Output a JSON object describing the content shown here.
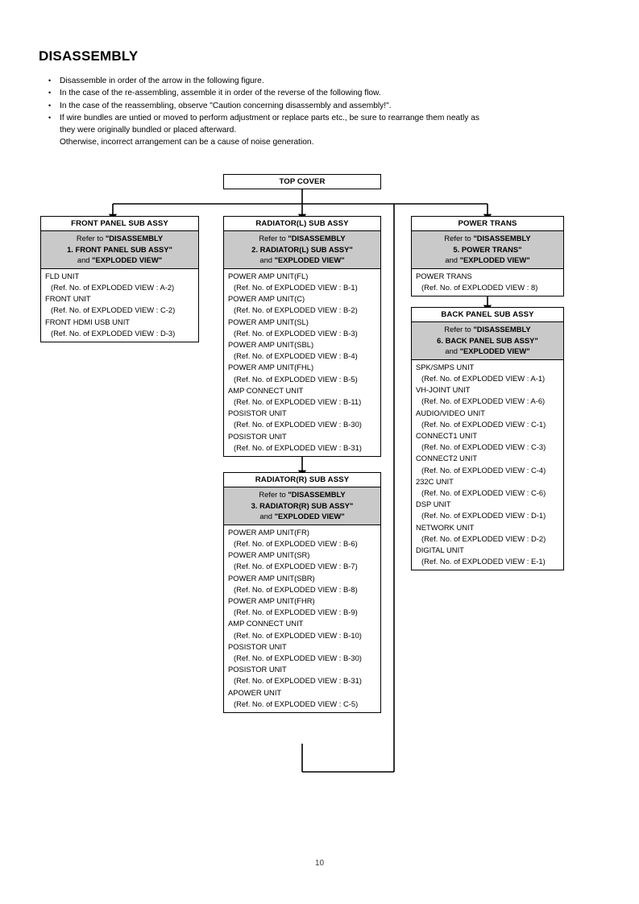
{
  "page": {
    "title": "DISASSEMBLY",
    "number": "10"
  },
  "intro": {
    "bullets": [
      {
        "text": "Disassemble in order of the arrow in the following figure.",
        "continuations": []
      },
      {
        "text": "In the case of the re-assembling, assemble it in order of the reverse of the following flow.",
        "continuations": []
      },
      {
        "text": "In the case of the reassembling, observe \"Caution concerning disassembly and assembly!\".",
        "continuations": []
      },
      {
        "text": "If wire bundles are untied or moved to perform adjustment or replace parts etc., be sure to rearrange them neatly as",
        "continuations": [
          "they were originally bundled or placed afterward.",
          "Otherwise, incorrect arrangement can be a cause of noise generation."
        ]
      }
    ]
  },
  "flowchart": {
    "top_cover": {
      "title": "TOP COVER"
    },
    "nodes": [
      {
        "id": "front-panel-sub-assy",
        "title": "FRONT PANEL SUB ASSY",
        "refer": {
          "line1_plain": "Refer to ",
          "line1_bold": "\"DISASSEMBLY",
          "line2_bold": "1. FRONT PANEL SUB ASSY\"",
          "line3_plain": "and ",
          "line3_bold": "\"EXPLODED VIEW\""
        },
        "items": [
          {
            "unit": "FLD UNIT",
            "ref": "(Ref. No. of EXPLODED VIEW : A-2)"
          },
          {
            "unit": "FRONT UNIT",
            "ref": "(Ref. No. of EXPLODED VIEW : C-2)"
          },
          {
            "unit": "FRONT HDMI USB UNIT",
            "ref": "(Ref. No. of EXPLODED VIEW : D-3)"
          }
        ]
      },
      {
        "id": "radiator-l-sub-assy",
        "title": "RADIATOR(L) SUB ASSY",
        "refer": {
          "line1_plain": "Refer to ",
          "line1_bold": "\"DISASSEMBLY",
          "line2_bold": "2. RADIATOR(L) SUB ASSY\"",
          "line3_plain": "and ",
          "line3_bold": "\"EXPLODED VIEW\""
        },
        "items": [
          {
            "unit": "POWER AMP UNIT(FL)",
            "ref": "(Ref. No. of EXPLODED VIEW : B-1)"
          },
          {
            "unit": "POWER AMP UNIT(C)",
            "ref": "(Ref. No. of EXPLODED VIEW : B-2)"
          },
          {
            "unit": "POWER AMP UNIT(SL)",
            "ref": "(Ref. No. of EXPLODED VIEW : B-3)"
          },
          {
            "unit": "POWER AMP UNIT(SBL)",
            "ref": "(Ref. No. of EXPLODED VIEW : B-4)"
          },
          {
            "unit": "POWER AMP UNIT(FHL)",
            "ref": "(Ref. No. of EXPLODED VIEW : B-5)"
          },
          {
            "unit": "AMP CONNECT UNIT",
            "ref": "(Ref. No. of EXPLODED VIEW : B-11)"
          },
          {
            "unit": "POSISTOR UNIT",
            "ref": "(Ref. No. of EXPLODED VIEW : B-30)"
          },
          {
            "unit": "POSISTOR UNIT",
            "ref": "(Ref. No. of EXPLODED VIEW : B-31)"
          }
        ]
      },
      {
        "id": "radiator-r-sub-assy",
        "title": "RADIATOR(R) SUB ASSY",
        "refer": {
          "line1_plain": "Refer to ",
          "line1_bold": "\"DISASSEMBLY",
          "line2_bold": "3. RADIATOR(R) SUB ASSY\"",
          "line3_plain": "and ",
          "line3_bold": "\"EXPLODED VIEW\""
        },
        "items": [
          {
            "unit": "POWER AMP UNIT(FR)",
            "ref": "(Ref. No. of EXPLODED VIEW : B-6)"
          },
          {
            "unit": "POWER AMP UNIT(SR)",
            "ref": "(Ref. No. of EXPLODED VIEW : B-7)"
          },
          {
            "unit": "POWER AMP UNIT(SBR)",
            "ref": "(Ref. No. of EXPLODED VIEW : B-8)"
          },
          {
            "unit": "POWER AMP UNIT(FHR)",
            "ref": "(Ref. No. of EXPLODED VIEW : B-9)"
          },
          {
            "unit": "AMP CONNECT UNIT",
            "ref": "(Ref. No. of EXPLODED VIEW : B-10)"
          },
          {
            "unit": "POSISTOR UNIT",
            "ref": "(Ref. No. of EXPLODED VIEW : B-30)"
          },
          {
            "unit": "POSISTOR UNIT",
            "ref": "(Ref. No. of EXPLODED VIEW : B-31)"
          },
          {
            "unit": "APOWER UNIT",
            "ref": "(Ref. No. of EXPLODED VIEW : C-5)"
          }
        ]
      },
      {
        "id": "power-trans",
        "title": "POWER TRANS",
        "refer": {
          "line1_plain": "Refer to ",
          "line1_bold": "\"DISASSEMBLY",
          "line2_bold": "5. POWER TRANS\"",
          "line3_plain": "and ",
          "line3_bold": "\"EXPLODED VIEW\""
        },
        "items": [
          {
            "unit": "POWER TRANS",
            "ref": "(Ref. No. of EXPLODED VIEW : 8)"
          }
        ]
      },
      {
        "id": "back-panel-sub-assy",
        "title": "BACK PANEL SUB ASSY",
        "refer": {
          "line1_plain": "Refer to ",
          "line1_bold": "\"DISASSEMBLY",
          "line2_bold": "6. BACK PANEL SUB ASSY\"",
          "line3_plain": "and ",
          "line3_bold": "\"EXPLODED VIEW\""
        },
        "items": [
          {
            "unit": "SPK/SMPS UNIT",
            "ref": "(Ref. No. of EXPLODED VIEW : A-1)"
          },
          {
            "unit": "VH-JOINT UNIT",
            "ref": "(Ref. No. of EXPLODED VIEW : A-6)"
          },
          {
            "unit": "AUDIO/VIDEO UNIT",
            "ref": "(Ref. No. of EXPLODED VIEW : C-1)"
          },
          {
            "unit": "CONNECT1 UNIT",
            "ref": "(Ref. No. of EXPLODED VIEW : C-3)"
          },
          {
            "unit": "CONNECT2 UNIT",
            "ref": "(Ref. No. of EXPLODED VIEW : C-4)"
          },
          {
            "unit": "232C UNIT",
            "ref": "(Ref. No. of EXPLODED VIEW : C-6)"
          },
          {
            "unit": "DSP UNIT",
            "ref": "(Ref. No. of EXPLODED VIEW : D-1)"
          },
          {
            "unit": "NETWORK UNIT",
            "ref": "(Ref. No. of EXPLODED VIEW : D-2)"
          },
          {
            "unit": "DIGITAL UNIT",
            "ref": "(Ref. No. of EXPLODED VIEW : E-1)"
          }
        ]
      }
    ]
  }
}
